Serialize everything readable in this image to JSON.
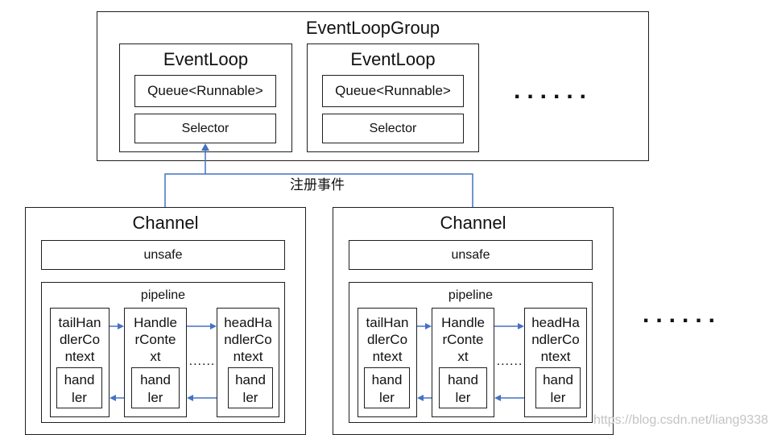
{
  "group": {
    "title": "EventLoopGroup",
    "event_loops": [
      {
        "title": "EventLoop",
        "queue": "Queue<Runnable>",
        "selector": "Selector"
      },
      {
        "title": "EventLoop",
        "queue": "Queue<Runnable>",
        "selector": "Selector"
      }
    ],
    "more": "......"
  },
  "connector": {
    "label": "注册事件"
  },
  "channels": [
    {
      "title": "Channel",
      "unsafe": "unsafe",
      "pipeline": {
        "title": "pipeline",
        "contexts": [
          {
            "lines": [
              "tailHan",
              "dlerCo",
              "ntext"
            ],
            "handler": [
              "hand",
              "ler"
            ]
          },
          {
            "lines": [
              "Handle",
              "rConte",
              "xt"
            ],
            "handler": [
              "hand",
              "ler"
            ]
          },
          {
            "lines": [
              "headHa",
              "ndlerCo",
              "ntext"
            ],
            "handler": [
              "hand",
              "ler"
            ]
          }
        ],
        "ellipsis": "......"
      }
    },
    {
      "title": "Channel",
      "unsafe": "unsafe",
      "pipeline": {
        "title": "pipeline",
        "contexts": [
          {
            "lines": [
              "tailHan",
              "dlerCo",
              "ntext"
            ],
            "handler": [
              "hand",
              "ler"
            ]
          },
          {
            "lines": [
              "Handle",
              "rConte",
              "xt"
            ],
            "handler": [
              "hand",
              "ler"
            ]
          },
          {
            "lines": [
              "headHa",
              "ndlerCo",
              "ntext"
            ],
            "handler": [
              "hand",
              "ler"
            ]
          }
        ],
        "ellipsis": "......"
      }
    }
  ],
  "channels_more": "......",
  "watermark": "https://blog.csdn.net/liang9338",
  "colors": {
    "border": "#1f1f1f",
    "connector": "#4472c4",
    "text": "#111111",
    "watermark": "#c4c4c4"
  }
}
